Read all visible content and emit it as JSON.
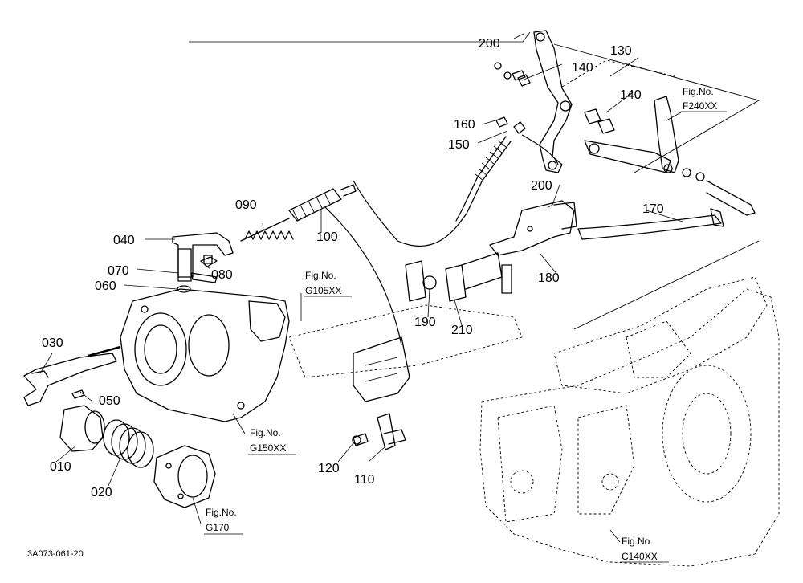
{
  "diagram_code": "3A073-061-20",
  "parts": [
    {
      "label": "010"
    },
    {
      "label": "020"
    },
    {
      "label": "030"
    },
    {
      "label": "040"
    },
    {
      "label": "050"
    },
    {
      "label": "060"
    },
    {
      "label": "070"
    },
    {
      "label": "080"
    },
    {
      "label": "090"
    },
    {
      "label": "100"
    },
    {
      "label": "110"
    },
    {
      "label": "120"
    },
    {
      "label": "130"
    },
    {
      "label": "140"
    },
    {
      "label": "140"
    },
    {
      "label": "150"
    },
    {
      "label": "160"
    },
    {
      "label": "170"
    },
    {
      "label": "180"
    },
    {
      "label": "190"
    },
    {
      "label": "200"
    },
    {
      "label": "200"
    },
    {
      "label": "210"
    }
  ],
  "figure_refs": [
    {
      "line1": "Fig.No.",
      "line2": "F240XX"
    },
    {
      "line1": "Fig.No.",
      "line2": "G105XX"
    },
    {
      "line1": "Fig.No.",
      "line2": "G150XX"
    },
    {
      "line1": "Fig.No.",
      "line2": "G170"
    },
    {
      "line1": "Fig.No.",
      "line2": "C140XX"
    }
  ]
}
